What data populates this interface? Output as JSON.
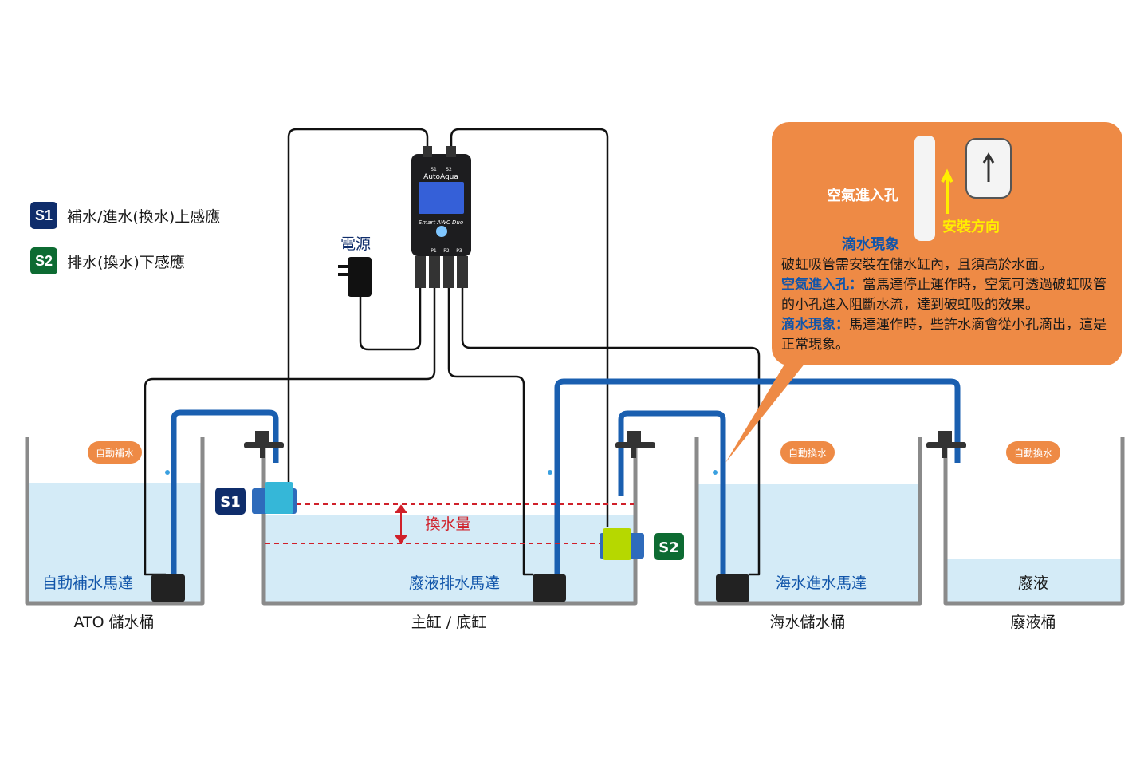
{
  "legend": {
    "s1": {
      "badge": "S1",
      "text": "補水/進水(換水)上感應",
      "color": "#0f2d6b"
    },
    "s2": {
      "badge": "S2",
      "text": "排水(換水)下感應",
      "color": "#0d6b32"
    }
  },
  "controller": {
    "brand": "AutoAqua",
    "model": "Smart AWC Duo",
    "ports_top": [
      "S1",
      "S2"
    ],
    "ports_bottom": [
      "P1",
      "P2",
      "P3"
    ]
  },
  "power": {
    "label": "電源"
  },
  "callout": {
    "label_air": "空氣進入孔",
    "label_drip": "滴水現象",
    "label_direction": "安裝方向",
    "line1": "破虹吸管需安裝在儲水缸內，且須高於水面。",
    "air_title": "空氣進入孔：",
    "air_text": "當馬達停止運作時，空氣可透過破虹吸管的小孔進入阻斷水流，達到破虹吸的效果。",
    "drip_title": "滴水現象：",
    "drip_text": "馬達運作時，些許水滴會從小孔滴出，這是正常現象。"
  },
  "tanks": {
    "ato": {
      "name": "ATO 儲水桶",
      "motor": "自動補水馬達",
      "badge": "自動補水"
    },
    "main": {
      "name": "主缸 / 底缸",
      "motor": "廢液排水馬達",
      "exchange": "換水量"
    },
    "seawater": {
      "name": "海水儲水桶",
      "motor": "海水進水馬達",
      "badge": "自動換水"
    },
    "waste": {
      "name": "廢液桶",
      "content": "廢液",
      "badge": "自動換水"
    }
  },
  "sensors": {
    "s1": "S1",
    "s2": "S2"
  },
  "colors": {
    "pipe": "#1a5fb0",
    "water": "#d4ebf7",
    "tank": "#8a8a8a",
    "callout": "#ee8a45",
    "dashed": "#d0202a",
    "wire": "#111111"
  }
}
